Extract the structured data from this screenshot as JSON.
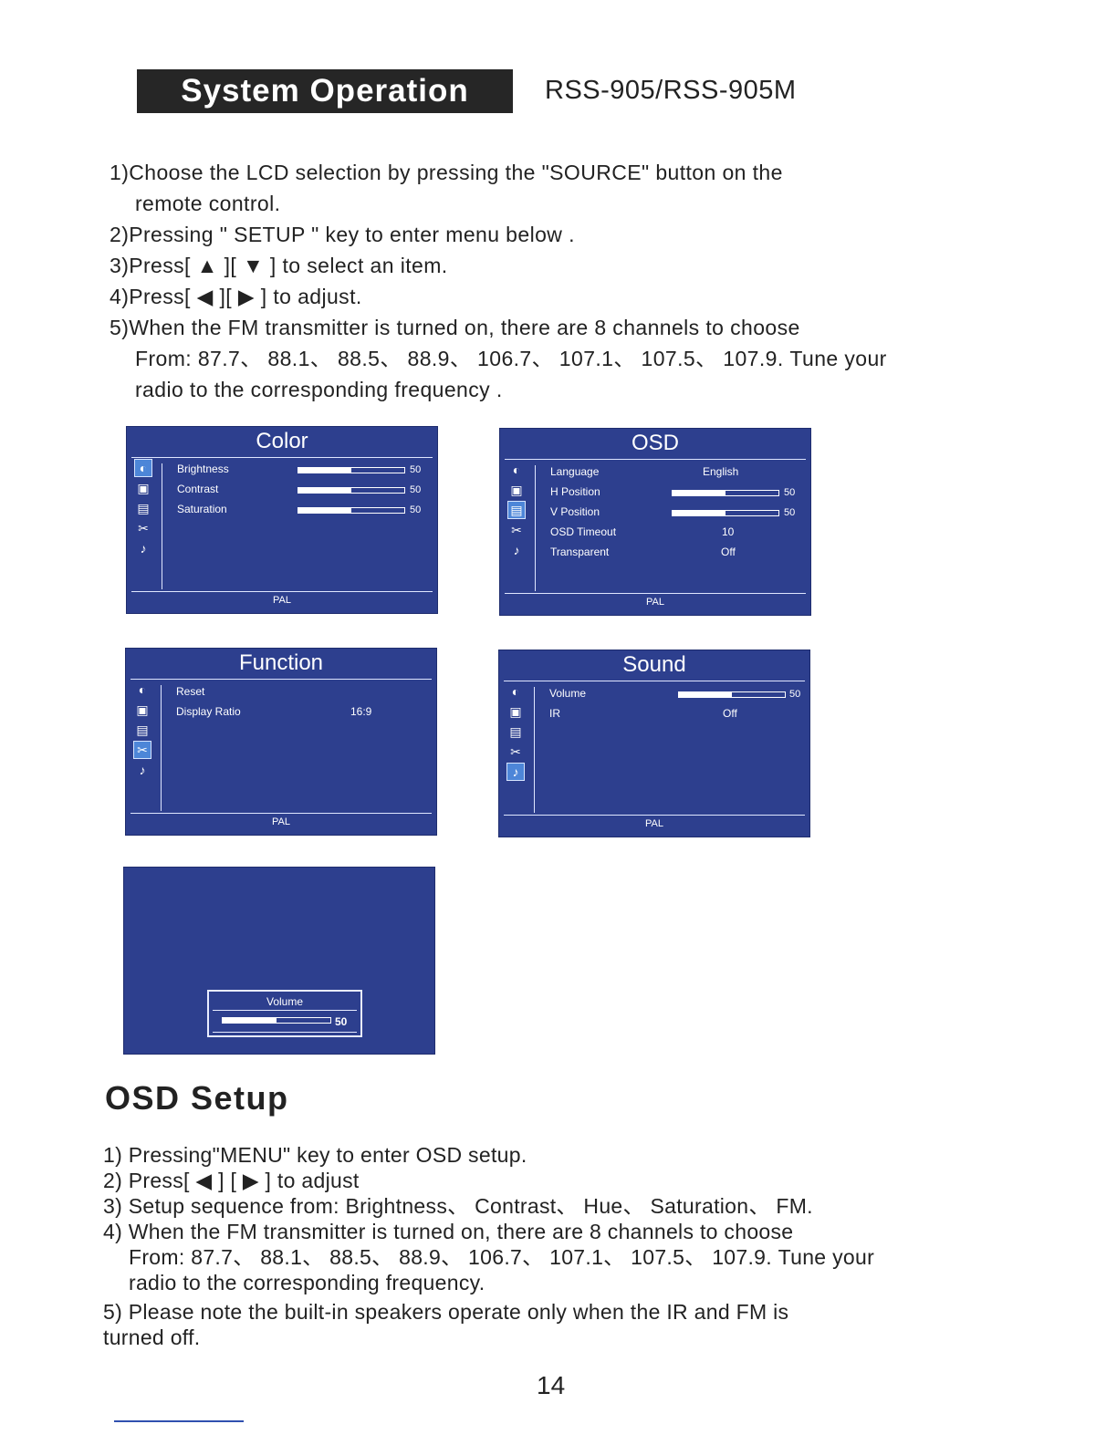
{
  "header": {
    "title": "System Operation",
    "model": "RSS-905/RSS-905M"
  },
  "steps": [
    "1)Choose the LCD selection by pressing the \"SOURCE\" button on the",
    "remote control.",
    "2)Pressing \" SETUP \" key to enter menu below .",
    "3)Press[ ▲ ][ ▼ ]  to select  an  item.",
    "4)Press[ ◀ ][ ▶ ] to adjust.",
    "5)When the FM transmitter is turned on,  there are 8 channels to choose",
    "From:  87.7、 88.1、 88.5、 88.9、 106.7、 107.1、 107.5、 107.9.  Tune  your",
    "radio to the corresponding frequency ."
  ],
  "menus": {
    "color": {
      "title": "Color",
      "mode": "PAL",
      "rows": [
        {
          "label": "Brightness",
          "value": "50",
          "level": 50
        },
        {
          "label": "Contrast",
          "value": "50",
          "level": 50
        },
        {
          "label": "Saturation",
          "value": "50",
          "level": 50
        }
      ]
    },
    "osd": {
      "title": "OSD",
      "mode": "PAL",
      "language_label": "Language",
      "language_value": "English",
      "hpos_label": "H Position",
      "hpos_value": "50",
      "hpos_level": 50,
      "vpos_label": "V Position",
      "vpos_value": "50",
      "vpos_level": 50,
      "timeout_label": "OSD Timeout",
      "timeout_value": "10",
      "transparent_label": "Transparent",
      "transparent_value": "Off"
    },
    "function": {
      "title": "Function",
      "mode": "PAL",
      "reset_label": "Reset",
      "ratio_label": "Display Ratio",
      "ratio_value": "16:9"
    },
    "sound": {
      "title": "Sound",
      "mode": "PAL",
      "volume_label": "Volume",
      "volume_value": "50",
      "volume_level": 50,
      "ir_label": "IR",
      "ir_value": "Off"
    },
    "volume_popup": {
      "label": "Volume",
      "value": "50",
      "level": 50
    }
  },
  "icons": [
    "color-icon",
    "display-icon",
    "osd-icon",
    "function-icon",
    "sound-icon"
  ],
  "osd_setup": {
    "title": "OSD  Setup",
    "steps": [
      "1) Pressing\"MENU\" key to enter OSD setup.",
      "2) Press[ ◀  ] [  ▶ ] to adjust",
      "3)  Setup  sequence  from: Brightness、 Contrast、 Hue、 Saturation、 FM.",
      "4)  When the FM transmitter is turned on, there are 8 channels to choose",
      "From: 87.7、 88.1、 88.5、 88.9、 106.7、 107.1、 107.5、 107.9.   Tune your",
      "radio to the corresponding frequency.",
      "5)  Please note the built-in speakers operate only when the IR and FM is",
      "turned off."
    ]
  },
  "page_number": "14",
  "colors": {
    "panel_bg": "#2d3f8e",
    "header_bg": "#262626",
    "active_icon": "#4d86d8"
  }
}
